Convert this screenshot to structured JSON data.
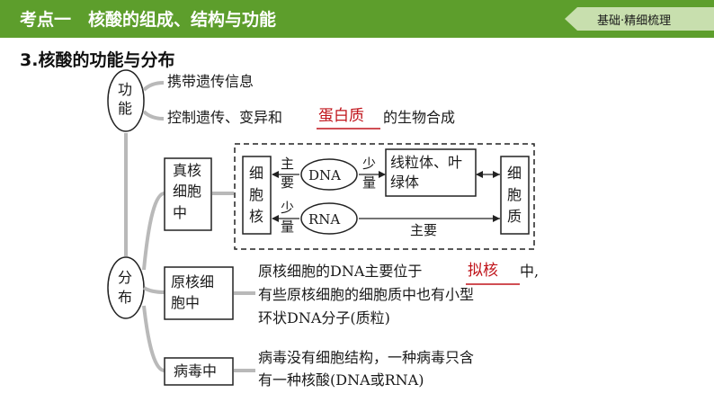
{
  "header": {
    "title": "考点一　核酸的组成、结构与功能",
    "tag": "基础·精细梳理"
  },
  "section_title": "3.核酸的功能与分布",
  "function_group": {
    "label_line1": "功",
    "label_line2": "能",
    "item1": "携带遗传信息",
    "item2_prefix": "控制遗传、变异和",
    "item2_answer": "蛋白质",
    "item2_suffix": "的生物合成"
  },
  "distribution_group": {
    "label_line1": "分",
    "label_line2": "布",
    "eukaryote": {
      "label_line1": "真核",
      "label_line2": "细胞",
      "label_line3": "中",
      "nucleus_line1": "细",
      "nucleus_line2": "胞",
      "nucleus_line3": "核",
      "main1_line1": "主",
      "main1_line2": "要",
      "dna": "DNA",
      "less1_line1": "少",
      "less1_line2": "量",
      "organelles_line1": "线粒体、叶",
      "organelles_line2": "绿体",
      "cytoplasm_line1": "细",
      "cytoplasm_line2": "胞",
      "cytoplasm_line3": "质",
      "less2_line1": "少",
      "less2_line2": "量",
      "rna": "RNA",
      "main2": "主要"
    },
    "prokaryote": {
      "label_line1": "原核细",
      "label_line2": "胞中",
      "desc_prefix": "原核细胞的DNA主要位于",
      "desc_answer": "拟核",
      "desc_suffix": "中,",
      "desc_line2": "有些原核细胞的细胞质中也有小型",
      "desc_line3": "环状DNA分子(质粒)"
    },
    "virus": {
      "label": "病毒中",
      "desc_line1": "病毒没有细胞结构，一种病毒只含",
      "desc_line2": "有一种核酸(DNA或RNA)"
    }
  }
}
